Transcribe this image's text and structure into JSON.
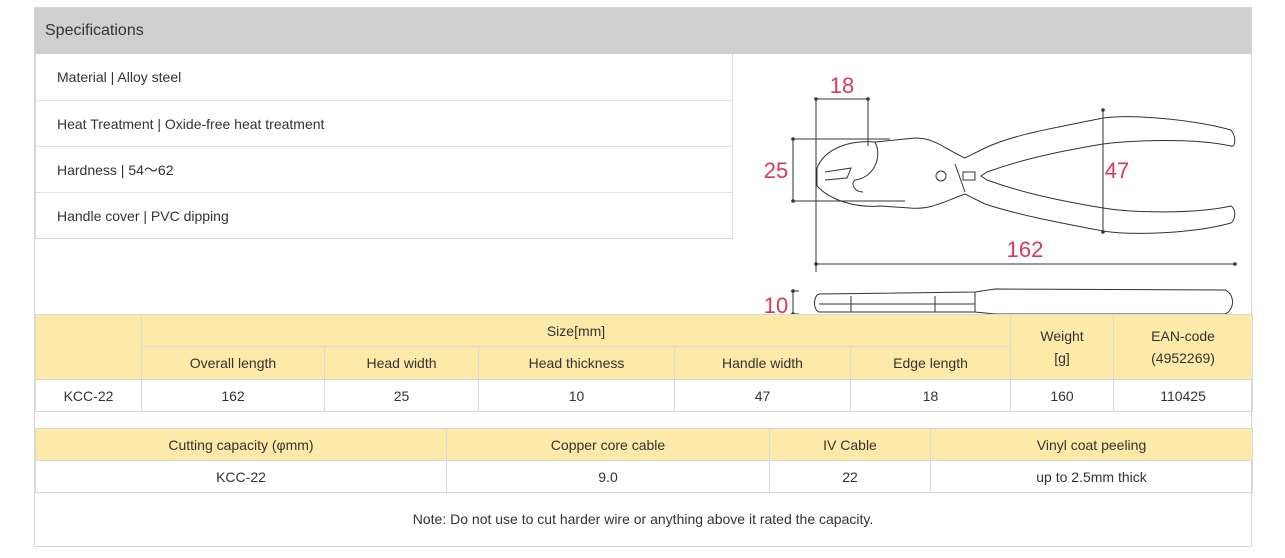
{
  "panel": {
    "title": "Specifications"
  },
  "specs": [
    "Material | Alloy steel",
    "Heat Treatment | Oxide-free heat treatment",
    "Hardness | 54～62",
    "Handle cover | PVC dipping"
  ],
  "diagram": {
    "dim_edge": "18",
    "dim_head_width": "25",
    "dim_handle_width": "47",
    "dim_overall_length": "162",
    "dim_thickness": "10",
    "dim_color": "#d63a5b"
  },
  "size_table": {
    "size_group": "Size[mm]",
    "weight_header": "Weight\n[g]",
    "ean_header": "EAN-code\n(4952269)",
    "columns": [
      "Overall length",
      "Head width",
      "Head thickness",
      "Handle width",
      "Edge length"
    ],
    "row": {
      "model": "KCC-22",
      "overall_length": "162",
      "head_width": "25",
      "head_thickness": "10",
      "handle_width": "47",
      "edge_length": "18",
      "weight": "160",
      "ean": "110425"
    }
  },
  "capacity_table": {
    "headers": [
      "Cutting capacity (φmm)",
      "Copper core cable",
      "IV Cable",
      "Vinyl coat peeling"
    ],
    "row": [
      "KCC-22",
      "9.0",
      "22",
      "up to 2.5mm thick"
    ]
  },
  "note": "Note: Do not use to cut harder wire or anything above it rated the capacity.",
  "colors": {
    "header_bg": "#cfcfcf",
    "table_header_bg": "#fde9a8"
  }
}
